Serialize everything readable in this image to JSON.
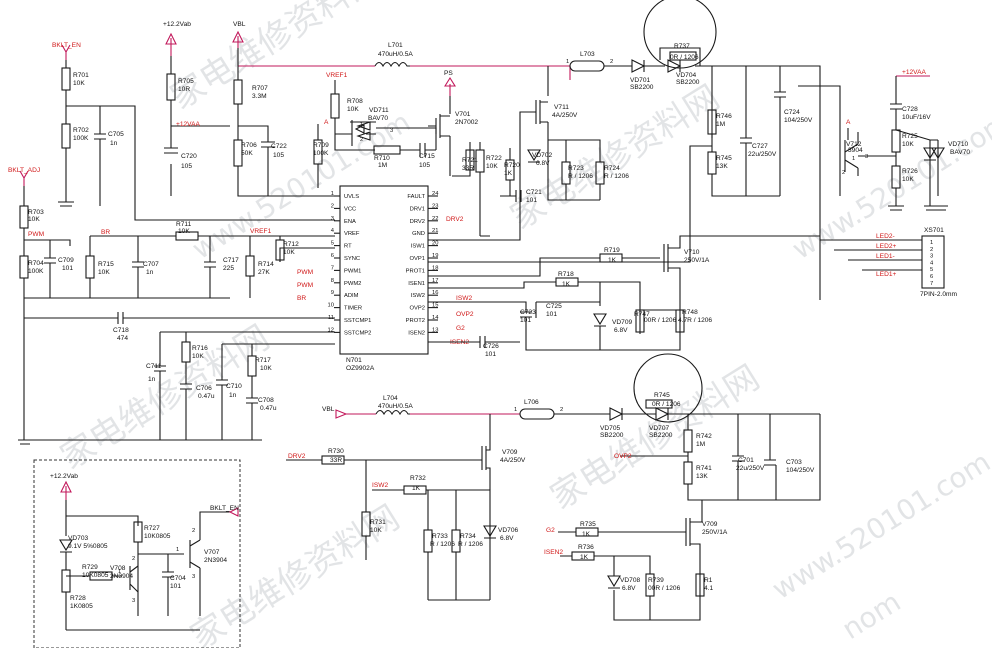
{
  "watermarks": [
    "家电维修资料网",
    "www.520101.com",
    "家电维修资料网",
    "www.520101.com",
    "家电维修资料网",
    "家电维修资料网",
    "www.520101.com",
    "家电维修资料网",
    "nom"
  ],
  "colors": {
    "wire": "#1a1a1a",
    "net_label": "#d01818",
    "power": "#c2185b"
  },
  "ic": {
    "ref": "N701",
    "part": "OZ9902A",
    "left_pins": [
      {
        "num": "1",
        "name": "UVLS"
      },
      {
        "num": "2",
        "name": "VCC"
      },
      {
        "num": "3",
        "name": "ENA"
      },
      {
        "num": "4",
        "name": "VREF"
      },
      {
        "num": "5",
        "name": "RT"
      },
      {
        "num": "6",
        "name": "SYNC"
      },
      {
        "num": "7",
        "name": "PWM1"
      },
      {
        "num": "8",
        "name": "PWM2"
      },
      {
        "num": "9",
        "name": "ADIM"
      },
      {
        "num": "10",
        "name": "TIMER"
      },
      {
        "num": "11",
        "name": "SSTCMP1"
      },
      {
        "num": "12",
        "name": "SSTCMP2"
      }
    ],
    "right_pins": [
      {
        "num": "24",
        "name": "FAULT"
      },
      {
        "num": "23",
        "name": "DRV1"
      },
      {
        "num": "22",
        "name": "DRV2"
      },
      {
        "num": "21",
        "name": "GND"
      },
      {
        "num": "20",
        "name": "ISW1"
      },
      {
        "num": "19",
        "name": "OVP1"
      },
      {
        "num": "18",
        "name": "PROT1"
      },
      {
        "num": "17",
        "name": "ISEN1"
      },
      {
        "num": "16",
        "name": "ISW2"
      },
      {
        "num": "15",
        "name": "OVP2"
      },
      {
        "num": "14",
        "name": "PROT2"
      },
      {
        "num": "13",
        "name": "ISEN2"
      }
    ]
  },
  "labels": {
    "bklt_en": "BKLT_EN",
    "bklt_adj": "BKLT_ADJ",
    "v12_vab": "+12.2Vab",
    "vbl": "VBL",
    "v12_vaa": "+12VAA",
    "v12_vaa2": "+12VAA",
    "vref1": "VREF1",
    "ps": "PS",
    "a": "A",
    "pwm": "PWM",
    "br": "BR",
    "vref1b": "VREF1",
    "pwm_b": "PWM",
    "pwm_c": "PWM",
    "br_b": "BR",
    "drv2": "DRV2",
    "isw2": "ISW2",
    "ovp2": "OVP2",
    "g2": "G2",
    "isen2": "ISEN2",
    "vbl2": "VBL",
    "drv2_b": "DRV2",
    "isw2_b": "ISW2",
    "ovp2_b": "OVP2",
    "g2_b": "G2",
    "isen2_b": "ISEN2",
    "bklt_en_b": "BKLT_EN",
    "v12_vab_b": "+12.2Vab",
    "led2m": "LED2-",
    "led2p": "LED2+",
    "led1m": "LED1-",
    "led1p": "LED1+",
    "a2": "A",
    "vref1c": "VREF1"
  },
  "components": {
    "r701": [
      "R701",
      "10K"
    ],
    "r702": [
      "R702",
      "100K"
    ],
    "c705": [
      "C705",
      "1n"
    ],
    "r705": [
      "R705",
      "10R"
    ],
    "c720": [
      "C720",
      "105"
    ],
    "r707": [
      "R707",
      "3.3M"
    ],
    "r706": [
      "R706",
      "50K"
    ],
    "c722": [
      "C722",
      "105"
    ],
    "r708": [
      "R708",
      "10K"
    ],
    "vd711": [
      "VD711",
      "BAV70"
    ],
    "r709": [
      "R709",
      "100K"
    ],
    "r710": [
      "R710",
      "1M"
    ],
    "c715": [
      "C715",
      "105"
    ],
    "v701": [
      "V701",
      "2N7002"
    ],
    "r721": [
      "R721",
      "33R"
    ],
    "r722": [
      "R722",
      "10K"
    ],
    "l701": [
      "L701",
      "470uH/0.5A"
    ],
    "l703": [
      "L703",
      ""
    ],
    "v711": [
      "V711",
      "4A/250V"
    ],
    "vd702": [
      "VD702",
      "6.8V"
    ],
    "r720": [
      "R720",
      "1K"
    ],
    "c721": [
      "C721",
      "101"
    ],
    "r723": [
      "R723",
      "R / 1206"
    ],
    "r724": [
      "R724",
      "R / 1206"
    ],
    "vd701": [
      "VD701",
      "SB2200"
    ],
    "r737": [
      "R737",
      "0R / 1206"
    ],
    "vd704": [
      "VD704",
      "SB2200"
    ],
    "r746": [
      "R746",
      "1M"
    ],
    "r745": [
      "R745",
      "13K"
    ],
    "c727": [
      "C727",
      "22u/250V"
    ],
    "c724": [
      "C724",
      "104/250V"
    ],
    "v712": [
      "V712",
      "3904"
    ],
    "c728": [
      "C728",
      "10uF/16V"
    ],
    "r725": [
      "R725",
      "10K"
    ],
    "r726": [
      "R726",
      "10K"
    ],
    "vd710": [
      "VD710",
      "BAV70"
    ],
    "r703": [
      "R703",
      "10K"
    ],
    "r704": [
      "R704",
      "100K"
    ],
    "c709": [
      "C709",
      "101"
    ],
    "r715": [
      "R715",
      "10K"
    ],
    "c707": [
      "C707",
      "1n"
    ],
    "r711": [
      "R711",
      "10K"
    ],
    "c717": [
      "C717",
      "225"
    ],
    "r714": [
      "R714",
      "27K"
    ],
    "r712": [
      "R712",
      "10K"
    ],
    "c718": [
      "C718",
      "474"
    ],
    "c711": [
      "C711",
      "1n"
    ],
    "r716": [
      "R716",
      "10K"
    ],
    "c706": [
      "C706",
      "0.47u"
    ],
    "c710": [
      "C710",
      "1n"
    ],
    "r717": [
      "R717",
      "10K"
    ],
    "c708": [
      "C708",
      "0.47u"
    ],
    "r719": [
      "R719",
      "1K"
    ],
    "v710": [
      "V710",
      "250V/1A"
    ],
    "r718": [
      "R718",
      "1K"
    ],
    "c723": [
      "C723",
      "101"
    ],
    "c725": [
      "C725",
      "101"
    ],
    "vd709": [
      "VD709",
      "6.8V"
    ],
    "r747": [
      "R747",
      "00R / 1206"
    ],
    "r748": [
      "R748",
      "4.7R / 1206"
    ],
    "c726": [
      "C726",
      "101"
    ],
    "xs701": [
      "XS701",
      "7PIN-2.0mm"
    ],
    "l704": [
      "L704",
      "470uH/0.5A"
    ],
    "l706": [
      "L706",
      ""
    ],
    "vd705": [
      "VD705",
      "SB2200"
    ],
    "r745b": [
      "R745",
      "0R / 1206"
    ],
    "vd707": [
      "VD707",
      "SB2200"
    ],
    "r742": [
      "R742",
      "1M"
    ],
    "r741": [
      "R741",
      "13K"
    ],
    "c701": [
      "C701",
      "22u/250V"
    ],
    "c703": [
      "C703",
      "104/250V"
    ],
    "r730": [
      "R730",
      "33R"
    ],
    "v709": [
      "V709",
      "4A/250V"
    ],
    "r731": [
      "R731",
      "10K"
    ],
    "r732": [
      "R732",
      "1K"
    ],
    "r733": [
      "R733",
      "R / 1206"
    ],
    "r734": [
      "R734",
      "R / 1206"
    ],
    "vd706": [
      "VD706",
      "6.8V"
    ],
    "r735": [
      "R735",
      "1K"
    ],
    "v709b": [
      "V709",
      "250V/1A"
    ],
    "r736": [
      "R736",
      "1K"
    ],
    "vd708": [
      "VD708",
      "6.8V"
    ],
    "r739": [
      "R739",
      "00R / 1206"
    ],
    "r1": [
      "R1",
      "4.1"
    ],
    "vd703": [
      "VD703",
      "9.1V  5%0805"
    ],
    "r727": [
      "R727",
      "10K0805"
    ],
    "r729": [
      "R729",
      "10K0805"
    ],
    "v708": [
      "V708",
      "2N3904"
    ],
    "c704": [
      "C704",
      "101"
    ],
    "v707": [
      "V707",
      "2N3904"
    ],
    "r728": [
      "R728",
      "1K0805"
    ]
  },
  "pin_nums": {
    "l703_1": "1",
    "l703_2": "2",
    "l706_1": "1",
    "l706_2": "2",
    "v712_1": "1",
    "v712_2": "2",
    "v712_3": "3",
    "v708_1": "1",
    "v707_1": "1",
    "v707_2": "2",
    "v707_3": "3",
    "v708_2": "2",
    "v708_3": "3"
  },
  "connector_pins": [
    "1",
    "2",
    "3",
    "4",
    "5",
    "6",
    "7"
  ]
}
